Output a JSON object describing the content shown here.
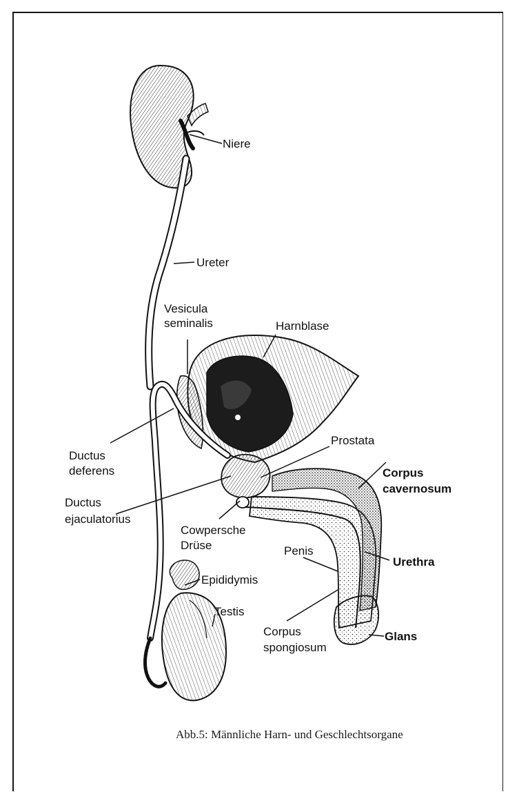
{
  "diagram": {
    "labels": {
      "niere": "Niere",
      "ureter": "Ureter",
      "vesicula_line1": "Vesicula",
      "vesicula_line2": "seminalis",
      "harnblase": "Harnblase",
      "prostata": "Prostata",
      "ductus_deferens_line1": "Ductus",
      "ductus_deferens_line2": "deferens",
      "ductus_ejac_line1": "Ductus",
      "ductus_ejac_line2": "ejaculatorius",
      "cowper_line1": "Cowpersche",
      "cowper_line2": "Drüse",
      "penis": "Penis",
      "corpus_cav_line1": "Corpus",
      "corpus_cav_line2": "cavernosum",
      "urethra": "Urethra",
      "epididymis": "Epididymis",
      "testis": "Testis",
      "corpus_spong_line1": "Corpus",
      "corpus_spong_line2": "spongiosum",
      "glans": "Glans"
    },
    "caption": "Abb.5: Männliche Harn- und Geschlechtsorgane"
  }
}
